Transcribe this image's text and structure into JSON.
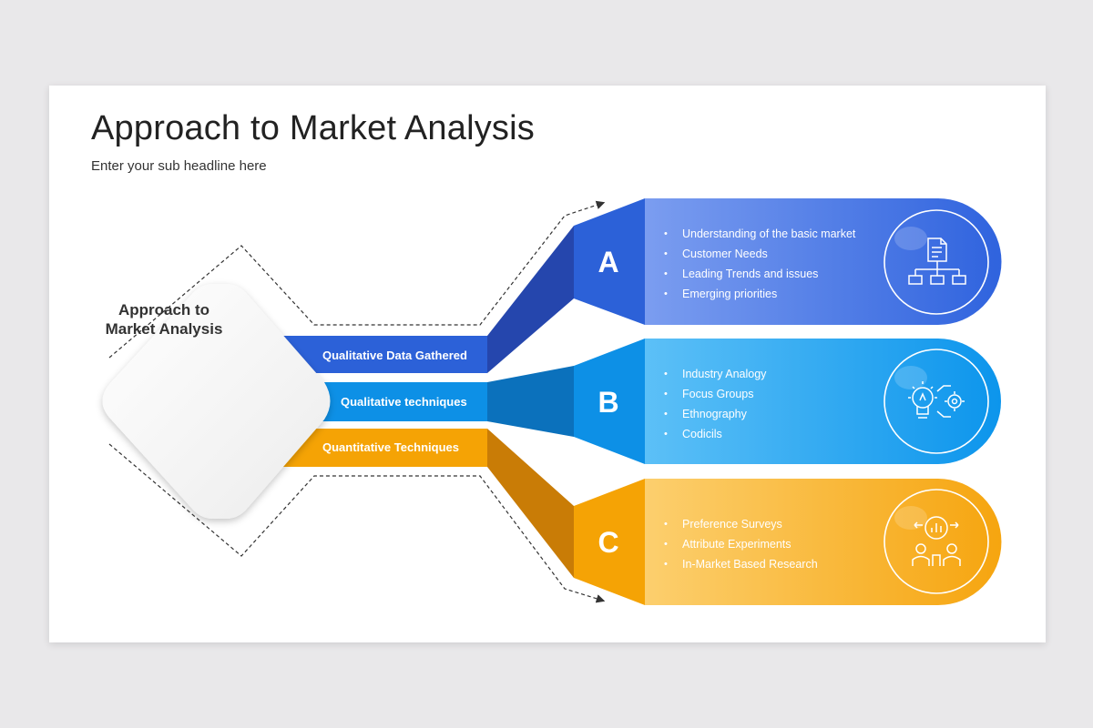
{
  "header": {
    "title": "Approach to Market Analysis",
    "subtitle": "Enter your sub headline here"
  },
  "center": {
    "line1": "Approach to",
    "line2": "Market Analysis"
  },
  "bands": [
    {
      "label": "Qualitative Data Gathered",
      "color": "#2c61d8"
    },
    {
      "label": "Qualitative techniques",
      "color": "#0d90e6"
    },
    {
      "label": "Quantitative Techniques",
      "color": "#f5a305"
    }
  ],
  "sections": [
    {
      "letter": "A",
      "icon": "flowchart-document-icon",
      "color_start": "#7b9df0",
      "color_end": "#2f63de",
      "items": [
        "Understanding of the basic market",
        "Customer Needs",
        "Leading Trends and issues",
        "Emerging priorities"
      ]
    },
    {
      "letter": "B",
      "icon": "lightbulb-gears-icon",
      "color_start": "#5cc0f7",
      "color_end": "#0c95ec",
      "items": [
        "Industry Analogy",
        "Focus Groups",
        "Ethnography",
        "Codicils"
      ]
    },
    {
      "letter": "C",
      "icon": "research-analytics-icon",
      "color_start": "#fccf6e",
      "color_end": "#f6a50f",
      "items": [
        "Preference Surveys",
        "Attribute Experiments",
        "In-Market Based Research"
      ]
    }
  ]
}
